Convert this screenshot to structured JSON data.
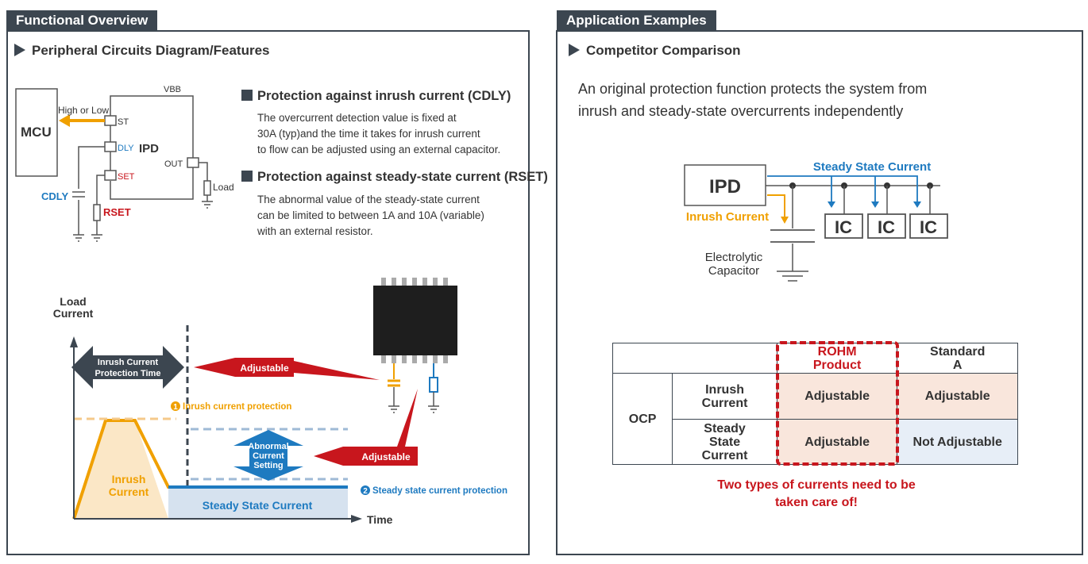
{
  "left_panel": {
    "tab": "Functional Overview",
    "subtitle": "Peripheral Circuits Diagram/Features",
    "circuit": {
      "mcu": "MCU",
      "ipd": "IPD",
      "vbb": "VBB",
      "high_low": "High or Low",
      "st": "ST",
      "dly": "DLY",
      "set": "SET",
      "out": "OUT",
      "load": "Load",
      "cdly": "CDLY",
      "rset": "RSET"
    },
    "features": [
      {
        "heading": "Protection against inrush current (CDLY)",
        "lines": [
          "The overcurrent detection value is fixed at",
          "30A (typ)and the time it takes for inrush current",
          "to flow can be adjusted using an external capacitor."
        ]
      },
      {
        "heading": "Protection against steady-state current (RSET)",
        "lines": [
          "The abnormal value of the steady-state current",
          "can be limited to between 1A and 10A (variable)",
          "with an external resistor."
        ]
      }
    ],
    "graph": {
      "ylabel_line1": "Load",
      "ylabel_line2": "Current",
      "xlabel": "Time",
      "inrush_time_line1": "Inrush Current",
      "inrush_time_line2": "Protection Time",
      "adjustable_1": "Adjustable",
      "adjustable_2": "Adjustable",
      "inrush_protection": "Inrush current protection",
      "inrush_protection_num": "1",
      "abnormal_line1": "Abnormal",
      "abnormal_line2": "Current",
      "abnormal_line3": "Setting",
      "inrush_current_line1": "Inrush",
      "inrush_current_line2": "Current",
      "steady_state": "Steady State Current",
      "steady_protection": "Steady state current protection",
      "steady_protection_num": "2"
    }
  },
  "right_panel": {
    "tab": "Application Examples",
    "subtitle": "Competitor Comparison",
    "intro_lines": [
      "An original protection function protects the system from",
      "inrush and steady-state overcurrents independently"
    ],
    "app_diagram": {
      "ipd": "IPD",
      "steady_state": "Steady State Current",
      "inrush": "Inrush Current",
      "ic_labels": [
        "IC",
        "IC",
        "IC"
      ],
      "cap_line1": "Electrolytic",
      "cap_line2": "Capacitor"
    },
    "table": {
      "header": {
        "rohm_line1": "ROHM",
        "rohm_line2": "Product",
        "std_line1": "Standard",
        "std_line2": "A"
      },
      "group": "OCP",
      "rows": [
        {
          "label_lines": [
            "Inrush",
            "Current"
          ],
          "rohm": "Adjustable",
          "std": "Adjustable"
        },
        {
          "label_lines": [
            "Steady",
            "State",
            "Current"
          ],
          "rohm": "Adjustable",
          "std": "Not Adjustable"
        }
      ]
    },
    "note_lines": [
      "Two types of currents need to be",
      "taken care of!"
    ]
  },
  "colors": {
    "dark": "#3c4650",
    "orange": "#f0a000",
    "blue": "#1e7ac0",
    "red": "#c8161d",
    "inrush_fill": "#fbe7c6",
    "steady_fill": "#d6e2ef",
    "table_pink": "#f9e6dc",
    "table_blue": "#e7eef7"
  }
}
